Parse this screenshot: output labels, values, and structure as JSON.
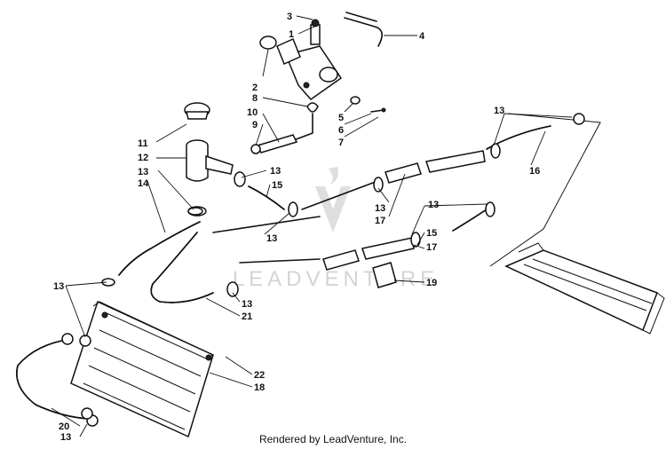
{
  "callouts": [
    "1",
    "2",
    "3",
    "4",
    "5",
    "6",
    "7",
    "8",
    "9",
    "10",
    "11",
    "12",
    "13",
    "14",
    "15",
    "16",
    "17",
    "19",
    "20",
    "21",
    "22",
    "18"
  ],
  "watermark": "LEADVENTURE",
  "footer": "Rendered by LeadVenture, Inc."
}
